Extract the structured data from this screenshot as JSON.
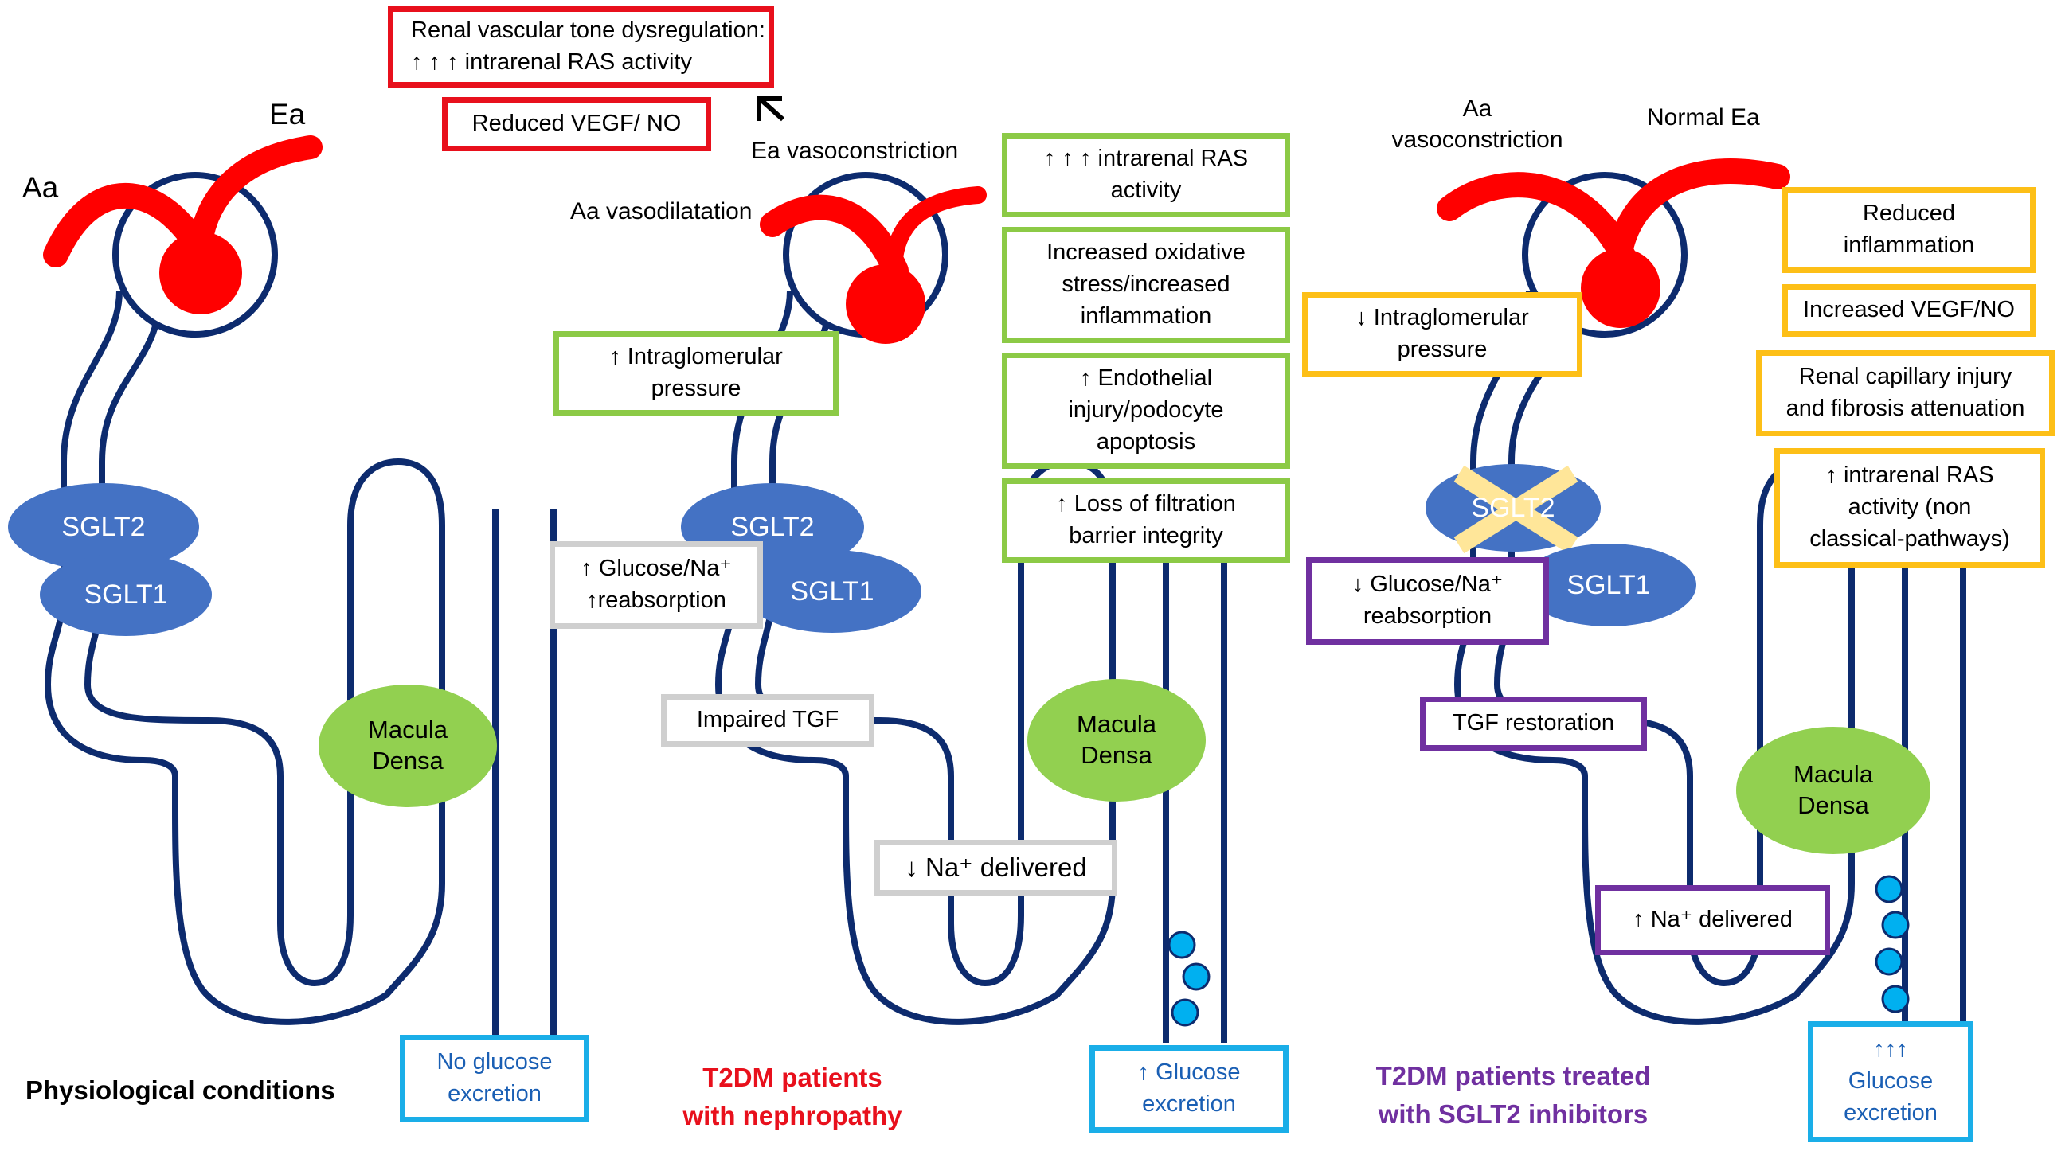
{
  "colors": {
    "tubule": "#0d2b6e",
    "vessel": "#ff0000",
    "transporter": "#4472c4",
    "macula_densa": "#92d050",
    "glucose": "#00b0f0",
    "inhibition_cross": "#ffe699"
  },
  "panel1": {
    "title": "Physiological conditions",
    "aa": "Aa",
    "ea": "Ea",
    "sglt2": "SGLT2",
    "sglt1": "SGLT1",
    "macula_densa": [
      "Macula",
      "Densa"
    ],
    "glucose_box": [
      "No glucose",
      "excretion"
    ]
  },
  "panel2": {
    "title": [
      "T2DM patients",
      "with nephropathy"
    ],
    "ea_label": "Ea vasoconstriction",
    "aa_label": "Aa vasodilatation",
    "ras_box": [
      "Renal vascular tone dysregulation:",
      "↑ ↑ ↑  intrarenal RAS activity"
    ],
    "vegf_box": "Reduced VEGF/ NO",
    "pressure_box": [
      "↑ Intraglomerular",
      "pressure"
    ],
    "reabsorption_box": [
      "↑ Glucose/Na⁺",
      "↑reabsorption"
    ],
    "tgf_box": "Impaired TGF",
    "na_box": "↓ Na⁺ delivered",
    "green_boxes": [
      [
        "↑ ↑ ↑  intrarenal RAS",
        "activity"
      ],
      [
        "Increased oxidative",
        "stress/increased",
        "inflammation"
      ],
      [
        "↑    Endothelial",
        "injury/podocyte",
        "apoptosis"
      ],
      [
        "↑    Loss of filtration",
        "barrier integrity"
      ]
    ],
    "sglt2": "SGLT2",
    "sglt1": "SGLT1",
    "macula_densa": [
      "Macula",
      "Densa"
    ],
    "glucose_box": [
      "↑ Glucose",
      "excretion"
    ]
  },
  "panel3": {
    "title": [
      "T2DM patients treated",
      "with SGLT2 inhibitors"
    ],
    "aa_label": [
      "Aa",
      "vasoconstriction"
    ],
    "ea_label": "Normal Ea",
    "pressure_box": [
      "↓ Intraglomerular",
      "pressure"
    ],
    "reabsorption_box": [
      "↓ Glucose/Na⁺",
      "reabsorption"
    ],
    "tgf_box": "TGF restoration",
    "na_box": "↑ Na⁺ delivered",
    "orange_boxes": [
      [
        "Reduced",
        "inflammation"
      ],
      [
        "Increased VEGF/NO"
      ],
      [
        "Renal capillary injury",
        "and fibrosis attenuation"
      ],
      [
        "↑  intrarenal RAS",
        "activity (non",
        "classical-pathways)"
      ]
    ],
    "sglt2": "SGLT2",
    "sglt1": "SGLT1",
    "macula_densa": [
      "Macula",
      "Densa"
    ],
    "glucose_box": [
      "↑↑↑",
      "Glucose",
      "excretion"
    ]
  }
}
